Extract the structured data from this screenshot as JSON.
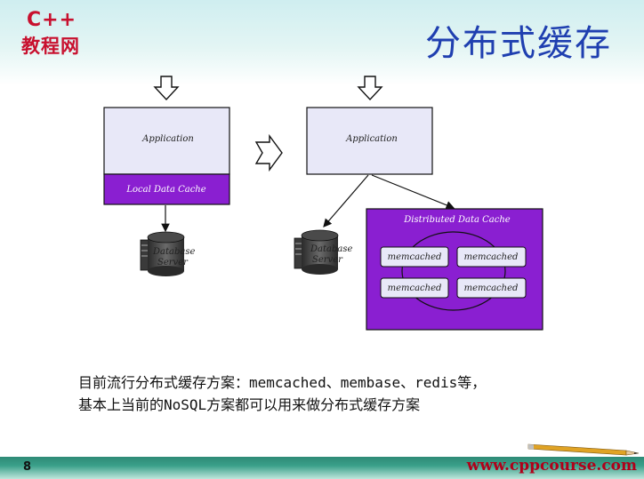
{
  "header": {
    "logo_line1": "C++",
    "logo_line2": "教程网",
    "title": "分布式缓存"
  },
  "left_stack": {
    "app_label": "Application",
    "cache_label": "Local Data Cache",
    "db_label_line1": "Database",
    "db_label_line2": "Server"
  },
  "right_stack": {
    "app_label": "Application",
    "db_label_line1": "Database",
    "db_label_line2": "Server",
    "cache_title": "Distributed Data Cache",
    "nodes": [
      "memcached",
      "memcached",
      "memcached",
      "memcached"
    ]
  },
  "colors": {
    "app_fill": "#e8e8f8",
    "cache_fill": "#8a1fd1",
    "title_color": "#1f3fb0",
    "logo_color": "#c8102e",
    "url_color": "#b0001a"
  },
  "body": {
    "line1": "目前流行分布式缓存方案：memcached、membase、redis等，",
    "line2": "基本上当前的NoSQL方案都可以用来做分布式缓存方案"
  },
  "footer": {
    "page_number": "8",
    "url": "www.cppcourse.com"
  }
}
